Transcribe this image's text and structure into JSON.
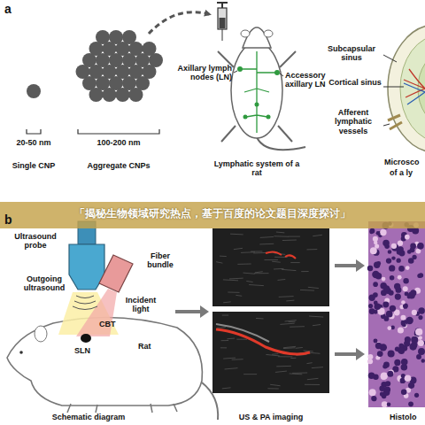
{
  "diagram": {
    "labels": [
      "a",
      "20-50 nm",
      "Single CNP",
      "100-200 nm",
      "Aggregate CNPs",
      "Axillary lymph nodes (LN)",
      "Accessory axillary LN",
      "Lymphatic system of a rat",
      "Subcapsular sinus",
      "Cortical sinus",
      "Afferent lymphatic vessels",
      "Microsco",
      "of a ly",
      "「揭秘生物领域研究热点，基于百度的论文题目深度探讨」",
      "b",
      "Ultrasound probe",
      "Fiber bundle",
      "Outgoing ultrasound",
      "Incident light",
      "CBT",
      "SLN",
      "Rat",
      "Schematic diagram",
      "US & PA imaging",
      "Histolo"
    ]
  }
}
